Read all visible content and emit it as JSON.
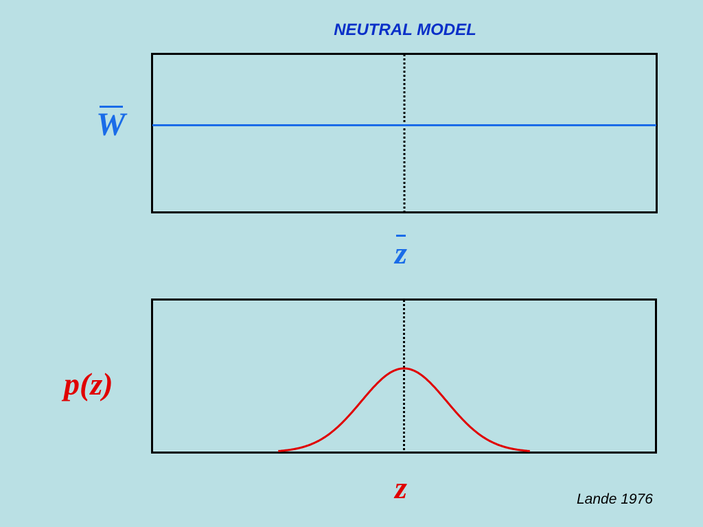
{
  "title": "NEUTRAL MODEL",
  "labels": {
    "mean_fitness": "W",
    "mean_phenotype": "z",
    "distribution": "p(z)",
    "phenotype": "z"
  },
  "credit": "Lande 1976",
  "colors": {
    "background": "#bae0e4",
    "title": "#0a30c8",
    "fitness_line": "#1a6ce8",
    "distribution_curve": "#e00000",
    "frame": "#000000"
  },
  "diagram": {
    "fitness_level": 0.55,
    "mean_position": 0.5,
    "curve_sigma": 0.085,
    "curve_span": [
      0.25,
      0.75
    ],
    "curve_peak": 0.55
  }
}
